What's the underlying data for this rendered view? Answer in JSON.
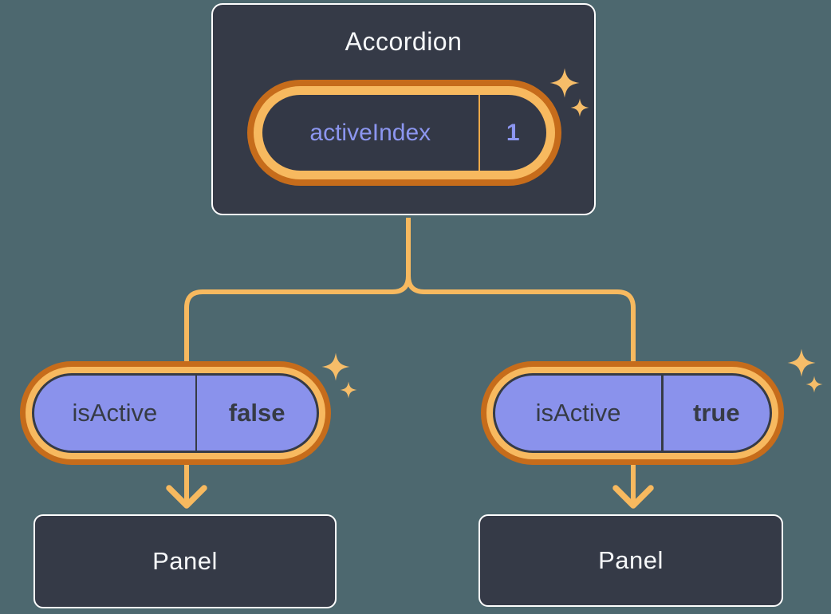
{
  "colors": {
    "background": "#4D686F",
    "node_fill": "#353A47",
    "node_border": "#FEFEFE",
    "orange_dark": "#C66C1B",
    "orange_light": "#F7B95F",
    "sparkle": "#F6BD69",
    "purple_fill": "#8A92EC",
    "purple_text": "#8C96F0",
    "slate_text": "#363B45",
    "pill_dark_fill": "#333846",
    "divider_orange": "#EFA94A",
    "white_text": "#F6F8FA"
  },
  "accordion": {
    "title": "Accordion",
    "state_pill": {
      "label": "activeIndex",
      "value": "1"
    }
  },
  "children": [
    {
      "prop_pill": {
        "label": "isActive",
        "value": "false"
      },
      "panel": {
        "title": "Panel"
      }
    },
    {
      "prop_pill": {
        "label": "isActive",
        "value": "true"
      },
      "panel": {
        "title": "Panel"
      }
    }
  ],
  "icons": {
    "sparkle": "four-point-star ✦",
    "arrow_down": "chevron-arrow ↓"
  }
}
